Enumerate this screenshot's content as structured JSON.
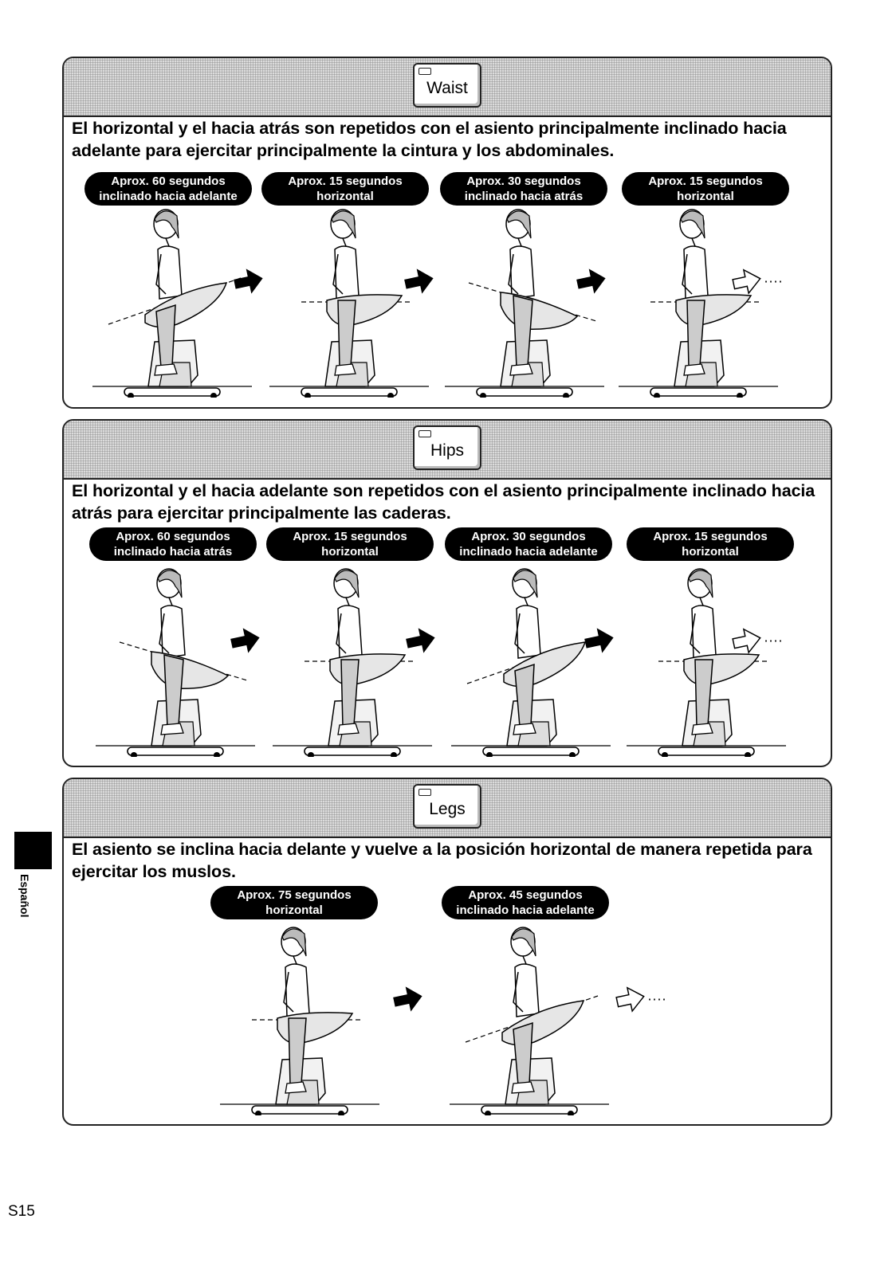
{
  "sections": [
    {
      "mode_label": "Waist",
      "description": "El horizontal y el hacia atrás son repetidos con el asiento principalmente inclinado hacia adelante para ejercitar principalmente la cintura y los abdominales.",
      "steps": [
        {
          "line1": "Aprox. 60 segundos",
          "line2": "inclinado hacia adelante",
          "tilt": "forward"
        },
        {
          "line1": "Aprox. 15 segundos",
          "line2": "horizontal",
          "tilt": "horizontal"
        },
        {
          "line1": "Aprox. 30 segundos",
          "line2": "inclinado hacia atrás",
          "tilt": "backward"
        },
        {
          "line1": "Aprox. 15 segundos",
          "line2": "horizontal",
          "tilt": "horizontal"
        }
      ]
    },
    {
      "mode_label": "Hips",
      "description": "El horizontal y el hacia adelante son repetidos con el asiento principalmente inclinado hacia atrás para ejercitar principalmente las caderas.",
      "steps": [
        {
          "line1": "Aprox. 60 segundos",
          "line2": "inclinado hacia atrás",
          "tilt": "backward"
        },
        {
          "line1": "Aprox. 15 segundos",
          "line2": "horizontal",
          "tilt": "horizontal"
        },
        {
          "line1": "Aprox. 30 segundos",
          "line2": "inclinado hacia adelante",
          "tilt": "forward"
        },
        {
          "line1": "Aprox. 15 segundos",
          "line2": "horizontal",
          "tilt": "horizontal"
        }
      ]
    },
    {
      "mode_label": "Legs",
      "description": "El asiento se inclina hacia delante y vuelve a la posición horizontal de manera repetida para ejercitar los muslos.",
      "steps": [
        {
          "line1": "Aprox. 75 segundos",
          "line2": "horizontal",
          "tilt": "horizontal"
        },
        {
          "line1": "Aprox. 45 segundos",
          "line2": "inclinado hacia adelante",
          "tilt": "forward"
        }
      ]
    }
  ],
  "continue_symbol": "····",
  "side_tab_label": "Español",
  "page_number": "S15",
  "colors": {
    "pill": "#000000",
    "pill_text": "#ffffff",
    "header_bg": "#dcdcdc",
    "border": "#222222"
  },
  "icons": [
    "next-step-arrow-icon",
    "repeat-arrow-icon",
    "mode-indicator-led-icon"
  ]
}
